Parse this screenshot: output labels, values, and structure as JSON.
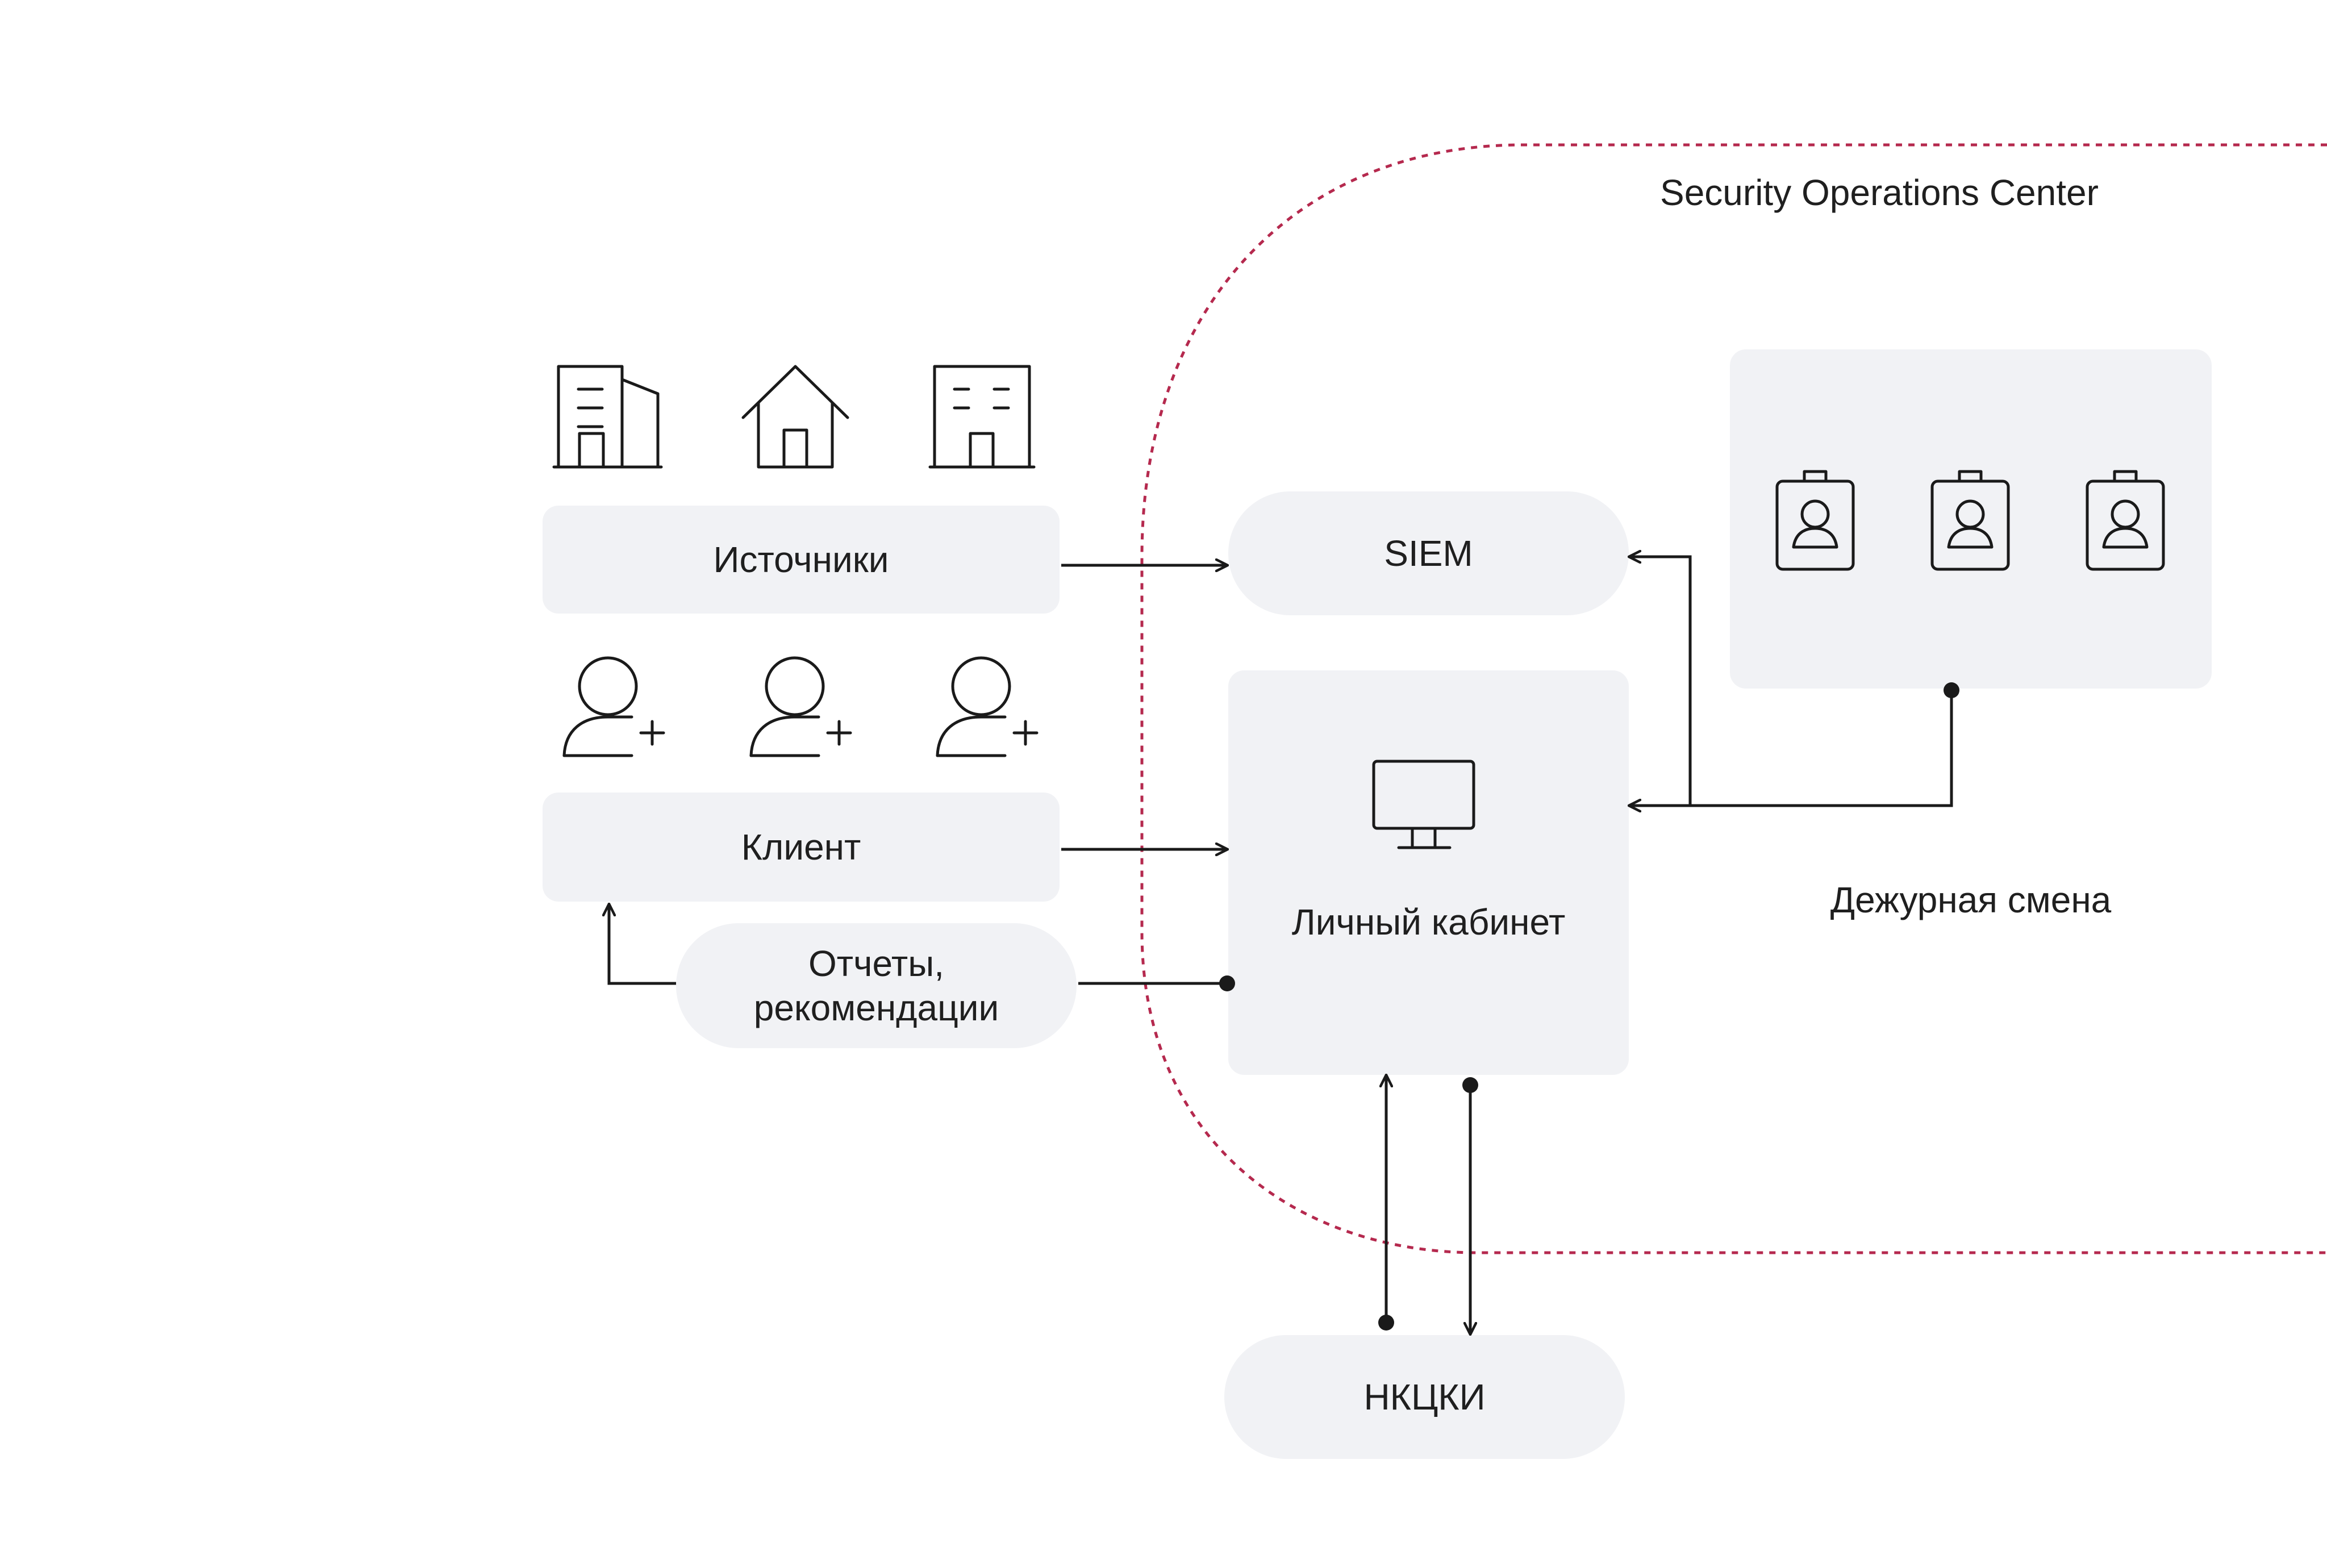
{
  "soc_title": "Security Operations Center",
  "sources_label": "Источники",
  "siem_label": "SIEM",
  "client_label": "Клиент",
  "reports_label": [
    "Отчеты,",
    "рекомендации"
  ],
  "cabinet_label": "Личный кабинет",
  "duty_shift_label": "Дежурная смена",
  "nkcki_label": "НКЦКИ",
  "colors": {
    "box_fill": "#f1f2f5",
    "line": "#1a1a1a",
    "soc_border": "#b5294e"
  },
  "icons": {
    "sources": [
      "office-building-icon",
      "house-icon",
      "apartment-building-icon"
    ],
    "clients": [
      "add-user-icon",
      "add-user-icon",
      "add-user-icon"
    ],
    "cabinet": "monitor-icon",
    "duty_shift": [
      "employee-badge-icon",
      "employee-badge-icon",
      "employee-badge-icon"
    ]
  }
}
